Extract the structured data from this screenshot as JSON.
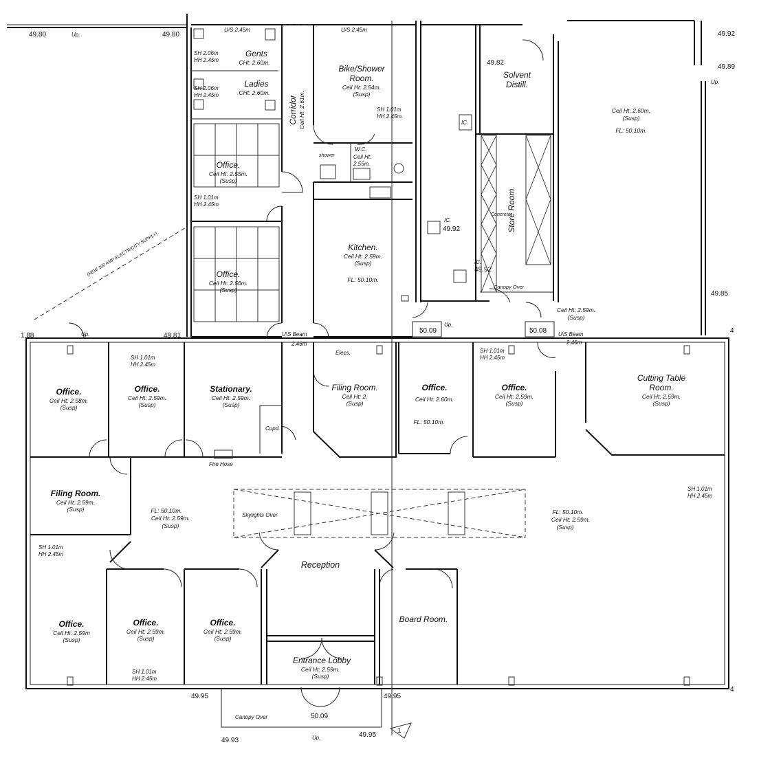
{
  "rooms": {
    "gents": {
      "name": "Gents",
      "cht": "CHt: 2.60m."
    },
    "ladies": {
      "name": "Ladies",
      "cht": "CHt: 2.60m."
    },
    "wc_sh1": {
      "sh": "SH 2.06m",
      "hh": "HH 2.45m"
    },
    "wc_sh2": {
      "sh": "SH 2.06m",
      "hh": "HH 2.45m"
    },
    "us_top1": "U/S 2.45m",
    "us_top2": "U/S 2.45m",
    "bike": {
      "name1": "Bike/Shower",
      "name2": "Room.",
      "ceil": "Ceil Ht: 2.54m.",
      "susp": "(Susp)",
      "sh": "SH 1.01m",
      "hh": "HH 2.45m."
    },
    "corridor": {
      "name": "Corridor",
      "ceil": "Ceil Ht: 2.61m."
    },
    "office_n1": {
      "name": "Office.",
      "ceil": "Ceil Ht: 2.55m.",
      "susp": "(Susp)",
      "sh": "SH 1.01m",
      "hh": "HH 2.45m"
    },
    "office_n2": {
      "name": "Office.",
      "ceil": "Ceil Ht: 2.56m.",
      "susp": "(Susp)"
    },
    "wc": {
      "name": "W.C.",
      "ceil": "Ceil Ht:",
      "val": "2.55m.",
      "shower": "shower"
    },
    "kitchen": {
      "name": "Kitchen.",
      "ceil": "Ceil Ht: 2.59m.",
      "susp": "(Susp)",
      "fl": "FL: 50.10m."
    },
    "ic1": "IC.",
    "ic2": {
      "label": "IC.",
      "level": "49.92"
    },
    "ic3": {
      "label": "IC.",
      "level": "49.92"
    },
    "solvent": {
      "name1": "Solvent",
      "name2": "Distill.",
      "level": "49.82"
    },
    "store": {
      "name": "Store Room.",
      "concrete": "Concrete"
    },
    "canopy_over_n": "Canopy Over",
    "warehouse": {
      "ceil": "Ceil Ht: 2.60m.",
      "susp": "(Susp)",
      "fl": "FL: 50.10m."
    },
    "bay": {
      "ceil": "Ceil Ht: 2.59m.",
      "susp": "(Susp)"
    },
    "us_beam1": {
      "a": "U\\S Beam",
      "b": "2.46m"
    },
    "us_beam2": {
      "a": "U\\S Beam",
      "b": "2.46m"
    },
    "office_s1": {
      "name": "Office.",
      "ceil": "Ceil Ht: 2.58m.",
      "susp": "(Susp)"
    },
    "office_s2": {
      "name": "Office.",
      "ceil": "Ceil Ht: 2.59m.",
      "susp": "(Susp)",
      "sh": "SH 1.01m",
      "hh": "HH 2.45m"
    },
    "stationary": {
      "name": "Stationary.",
      "ceil": "Ceil Ht: 2.59m.",
      "susp": "(Susp)",
      "cupd": "Cupd."
    },
    "fire_hose": "Fire Hose",
    "elecs": "Elecs.",
    "filing_n": {
      "name": "Filing Room.",
      "ceil": "Ceil Ht: 2.",
      "susp": "(Susp)"
    },
    "office_s3": {
      "name": "Office.",
      "ceil": "Ceil Ht: 2.60m.",
      "fl": "FL: 50.10m."
    },
    "office_s4": {
      "name": "Office.",
      "ceil": "Ceil Ht: 2.59m.",
      "susp": "(Susp)",
      "sh": "SH 1.01m",
      "hh": "HH 2.45m"
    },
    "cutting": {
      "name1": "Cutting Table",
      "name2": "Room.",
      "ceil": "Ceil Ht: 2.59m.",
      "susp": "(Susp)"
    },
    "filing_w": {
      "name": "Filing Room.",
      "ceil": "Ceil Ht: 2.59m.",
      "susp": "(Susp)"
    },
    "hall_w": {
      "fl": "FL: 50.10m.",
      "ceil": "Ceil Ht: 2.59m.",
      "susp": "(Susp)"
    },
    "hall_e": {
      "fl": "FL: 50.10m.",
      "ceil": "Ceil Ht: 2.59m.",
      "susp": "(Susp)",
      "sh": "SH 1.01m",
      "hh": "HH 2.45m"
    },
    "skylights": "Skylights Over",
    "reception": "Reception",
    "sw_shhh": {
      "sh": "SH 1.01m",
      "hh": "HH 2.45m"
    },
    "office_b1": {
      "name": "Office.",
      "ceil": "Ceil Ht: 2.59m",
      "susp": "(Susp)"
    },
    "office_b2": {
      "name": "Office.",
      "ceil": "Ceil Ht: 2.59m.",
      "susp": "(Susp)",
      "sh": "SH 1.01m",
      "hh": "HH 2.45m"
    },
    "office_b3": {
      "name": "Office.",
      "ceil": "Ceil Ht: 2.59m.",
      "susp": "(Susp)"
    },
    "entrance": {
      "name": "Entrance Lobby",
      "ceil": "Ceil Ht: 2.59m.",
      "susp": "(Susp)"
    },
    "board": {
      "name": "Board Room."
    },
    "canopy_over_s": "Canopy Over",
    "supply": "(NEW 100 AMP ELECTRICITY SUPPLY)"
  },
  "levels": {
    "tl_left": "49.80",
    "tl_right": "49.80",
    "up_tl": "Up.",
    "tr": "49.92",
    "r_up": "49.89",
    "r_up_lbl": "Up.",
    "r_mid": "49.85",
    "mid_left": "1.88",
    "mid_left2": "49.81",
    "up_mid": "Up.",
    "step1": "50.09",
    "up_step": "Up.",
    "step2": "50.08",
    "edge4a": "4",
    "edge4b": "4",
    "bot_l": "49.95",
    "bot_r": "49.95",
    "ent": "50.09",
    "bot2_l": "49.93",
    "up_bot": "Up.",
    "bot2_r": "49.95"
  },
  "north_arrow": "1"
}
